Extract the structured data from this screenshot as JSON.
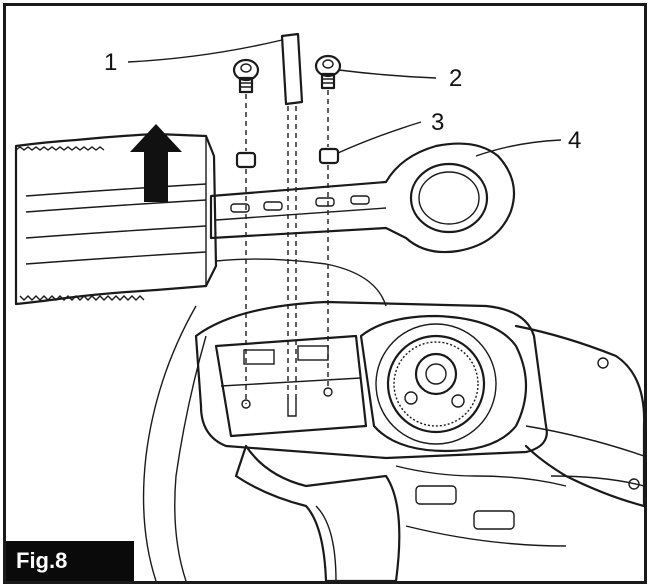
{
  "figure": {
    "label": "Fig.8"
  },
  "callouts": [
    {
      "id": "1",
      "text": "1"
    },
    {
      "id": "2",
      "text": "2"
    },
    {
      "id": "3",
      "text": "3"
    },
    {
      "id": "4",
      "text": "4"
    }
  ],
  "colors": {
    "ink": "#1a1a1a",
    "label_bg": "#0a0a0a",
    "label_text": "#ffffff",
    "panel_shade": "#e6e6e6"
  }
}
